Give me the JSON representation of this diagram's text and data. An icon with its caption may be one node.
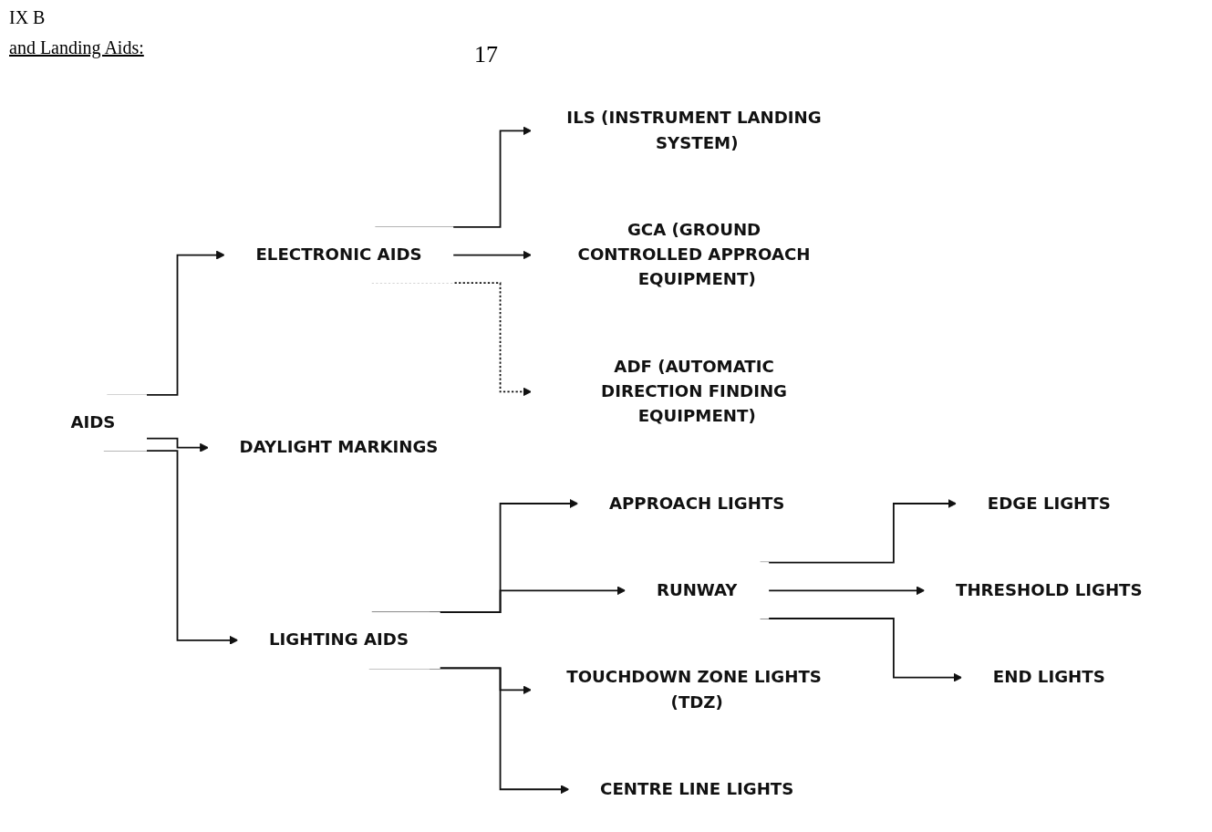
{
  "diagram": {
    "nodes": [
      {
        "text": [
          "AIDS"
        ]
      },
      {
        "text": [
          "ELECTRONIC AIDS"
        ]
      },
      {
        "text": [
          "ILS (INSTRUMENT LANDING SYSTEM)"
        ]
      },
      {
        "text": [
          "GCA (GROUND CONTROLLED APPROACH EQUIPMENT)"
        ]
      },
      {
        "text": [
          "ADF (AUTOMATIC DIRECTION FINDING EQUIPMENT)"
        ]
      },
      {
        "text": [
          "DAYLIGHT MARKINGS"
        ]
      },
      {
        "text": [
          "LIGHTING AIDS"
        ]
      },
      {
        "text": [
          "APPROACH LIGHTS"
        ]
      },
      {
        "text": [
          "RUNWAY"
        ]
      },
      {
        "text": [
          "TOUCHDOWN ZONE LIGHTS (TDZ)"
        ]
      },
      {
        "text": [
          "CENTRE LINE LIGHTS"
        ]
      },
      {
        "text": [
          "EDGE LIGHTS"
        ]
      },
      {
        "text": [
          "THRESHOLD LIGHTS"
        ]
      },
      {
        "text": [
          "END LIGHTS"
        ]
      }
    ],
    "edges": [
      {
        "from": 0,
        "to": 1,
        "arrow": "to"
      },
      {
        "from": 0,
        "to": 5,
        "arrow": "to"
      },
      {
        "from": 0,
        "to": 6,
        "arrow": "to"
      },
      {
        "from": 1,
        "to": 2,
        "arrow": "to"
      },
      {
        "from": 1,
        "to": 3,
        "arrow": "to"
      },
      {
        "from": 1,
        "to": 4,
        "arrow": "to",
        "style": "dashed"
      },
      {
        "from": 6,
        "to": 7,
        "arrow": "to"
      },
      {
        "from": 6,
        "to": 8,
        "arrow": "to"
      },
      {
        "from": 6,
        "to": 9,
        "arrow": "to"
      },
      {
        "from": 6,
        "to": 10,
        "arrow": "to"
      },
      {
        "from": 8,
        "to": 11,
        "arrow": "to"
      },
      {
        "from": 8,
        "to": 12,
        "arrow": "to"
      },
      {
        "from": 8,
        "to": 13,
        "arrow": "to"
      }
    ],
    "labels": [
      "IX B",
      "17",
      "and Landing Aids:"
    ]
  }
}
